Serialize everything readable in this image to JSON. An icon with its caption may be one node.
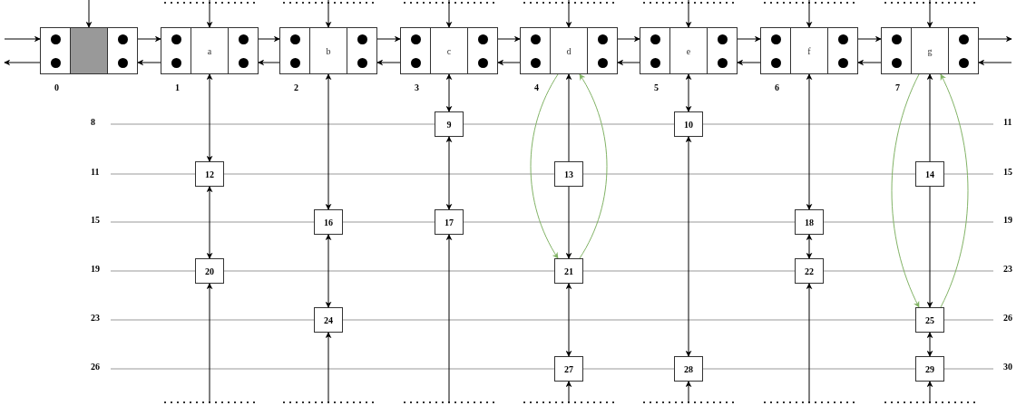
{
  "diagram": {
    "nodes": [
      {
        "text": [],
        "shape": "box",
        "beside": [
          "0"
        ]
      },
      {
        "text": [
          "a"
        ],
        "beside": [
          "1"
        ]
      },
      {
        "text": [
          "b"
        ],
        "beside": [
          "2"
        ]
      },
      {
        "text": [
          "c"
        ],
        "beside": [
          "3"
        ]
      },
      {
        "text": [
          "d"
        ],
        "beside": [
          "4"
        ]
      },
      {
        "text": [
          "e"
        ],
        "beside": [
          "5"
        ]
      },
      {
        "text": [
          "f"
        ],
        "beside": [
          "6"
        ]
      },
      {
        "text": [
          "g"
        ],
        "beside": [
          "7"
        ]
      },
      {
        "text": [
          "9"
        ]
      },
      {
        "text": [
          "10"
        ]
      },
      {
        "text": [
          "12"
        ]
      },
      {
        "text": [
          "13"
        ]
      },
      {
        "text": [
          "14"
        ]
      },
      {
        "text": [
          "16"
        ]
      },
      {
        "text": [
          "17"
        ]
      },
      {
        "text": [
          "18"
        ]
      },
      {
        "text": [
          "20"
        ]
      },
      {
        "text": [
          "21"
        ]
      },
      {
        "text": [
          "22"
        ]
      },
      {
        "text": [
          "24"
        ]
      },
      {
        "text": [
          "25"
        ]
      },
      {
        "text": [
          "27"
        ]
      },
      {
        "text": [
          "28"
        ]
      },
      {
        "text": [
          "29"
        ]
      }
    ],
    "edges": [
      {
        "from": null,
        "to": 0,
        "arrow": "to"
      },
      {
        "from": 0,
        "to": null,
        "arrow": "to"
      },
      {
        "from": null,
        "to": 0,
        "arrow": "to"
      },
      {
        "from": null,
        "to": 1,
        "arrow": "to"
      },
      {
        "from": null,
        "to": 2,
        "arrow": "to"
      },
      {
        "from": null,
        "to": 3,
        "arrow": "to"
      },
      {
        "from": null,
        "to": 4,
        "arrow": "to"
      },
      {
        "from": null,
        "to": 5,
        "arrow": "to"
      },
      {
        "from": null,
        "to": 6,
        "arrow": "to"
      },
      {
        "from": null,
        "to": 7,
        "arrow": "to"
      },
      {
        "from": 0,
        "to": 1,
        "arrow": "to"
      },
      {
        "from": 1,
        "to": 0,
        "arrow": "to"
      },
      {
        "from": 1,
        "to": 2,
        "arrow": "to"
      },
      {
        "from": 2,
        "to": 1,
        "arrow": "to"
      },
      {
        "from": 2,
        "to": 3,
        "arrow": "to"
      },
      {
        "from": 3,
        "to": 2,
        "arrow": "to"
      },
      {
        "from": 3,
        "to": 4,
        "arrow": "to"
      },
      {
        "from": 4,
        "to": 3,
        "arrow": "to"
      },
      {
        "from": 4,
        "to": 5,
        "arrow": "to"
      },
      {
        "from": 5,
        "to": 4,
        "arrow": "to"
      },
      {
        "from": 5,
        "to": 6,
        "arrow": "to"
      },
      {
        "from": 6,
        "to": 5,
        "arrow": "to"
      },
      {
        "from": 6,
        "to": 7,
        "arrow": "to"
      },
      {
        "from": 7,
        "to": 6,
        "arrow": "to"
      },
      {
        "from": 7,
        "to": null,
        "arrow": "to"
      },
      {
        "from": null,
        "to": 7,
        "arrow": "to"
      },
      {
        "from": 1,
        "to": 10,
        "arrow": "both"
      },
      {
        "from": 2,
        "to": 13,
        "arrow": "both"
      },
      {
        "from": 3,
        "to": 8,
        "arrow": "both"
      },
      {
        "from": 11,
        "to": 4,
        "arrow": "to"
      },
      {
        "from": 4,
        "to": 17,
        "arrow": "to",
        "color": "#82b366"
      },
      {
        "from": 17,
        "to": 4,
        "arrow": "to",
        "color": "#82b366"
      },
      {
        "from": 5,
        "to": 9,
        "arrow": "both"
      },
      {
        "from": 6,
        "to": 15,
        "arrow": "both"
      },
      {
        "from": 12,
        "to": 7,
        "arrow": "to"
      },
      {
        "from": 7,
        "to": 20,
        "arrow": "to",
        "color": "#82b366"
      },
      {
        "from": 20,
        "to": 7,
        "arrow": "to",
        "color": "#82b366"
      },
      {
        "from": 8,
        "to": 14,
        "arrow": "both"
      },
      {
        "from": 9,
        "to": 22,
        "arrow": "both"
      },
      {
        "from": 11,
        "to": 17,
        "arrow": "to"
      },
      {
        "from": 12,
        "to": 20,
        "arrow": "to"
      },
      {
        "from": 10,
        "to": 16,
        "arrow": "both"
      },
      {
        "from": 13,
        "to": 19,
        "arrow": "both"
      },
      {
        "from": 15,
        "to": 18,
        "arrow": "both"
      },
      {
        "from": 17,
        "to": 21,
        "arrow": "both"
      },
      {
        "from": 20,
        "to": 23,
        "arrow": "both"
      },
      {
        "from": null,
        "to": 16,
        "arrow": "to"
      },
      {
        "from": null,
        "to": 19,
        "arrow": "to"
      },
      {
        "from": null,
        "to": 14,
        "arrow": "to"
      },
      {
        "from": null,
        "to": 21,
        "arrow": "to"
      },
      {
        "from": null,
        "to": 22,
        "arrow": "to"
      },
      {
        "from": null,
        "to": 18,
        "arrow": "to"
      },
      {
        "from": null,
        "to": 23,
        "arrow": "to"
      }
    ],
    "labels": [
      "8",
      "11",
      "11",
      "15",
      "15",
      "19",
      "19",
      "23",
      "23",
      "26",
      "26",
      "30"
    ]
  }
}
